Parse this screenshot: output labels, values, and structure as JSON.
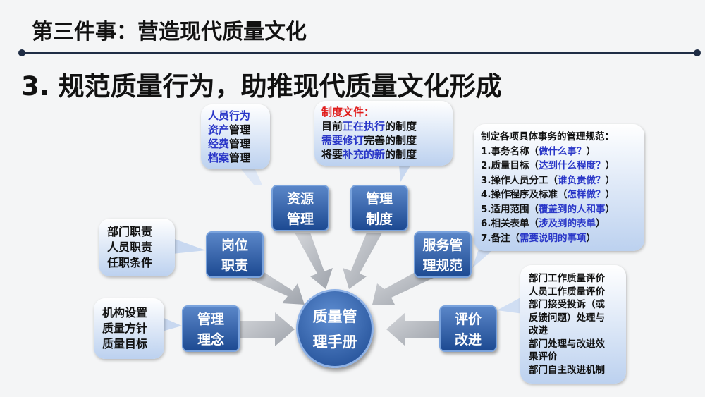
{
  "header": {
    "title": "第三件事：营造现代质量文化",
    "subtitle": "3. 规范质量行为，助推现代质量文化形成"
  },
  "boxes": {
    "resource": [
      "资源",
      "管理"
    ],
    "system": [
      "管理",
      "制度"
    ],
    "post": [
      "岗位",
      "职责"
    ],
    "service": [
      "服务管",
      "理规范"
    ],
    "concept": [
      "管理",
      "理念"
    ],
    "evaluation": [
      "评价",
      "改进"
    ],
    "hub": [
      "质量管",
      "理手册"
    ]
  },
  "bubbles": {
    "resource": [
      [
        {
          "t": "人员行为",
          "c": "b"
        }
      ],
      [
        {
          "t": "资产",
          "c": "b"
        },
        {
          "t": "管理",
          "c": "k"
        }
      ],
      [
        {
          "t": "经费",
          "c": "b"
        },
        {
          "t": "管理",
          "c": "k"
        }
      ],
      [
        {
          "t": "档案",
          "c": "b"
        },
        {
          "t": "管理",
          "c": "k"
        }
      ]
    ],
    "system": [
      [
        {
          "t": "制度文件：",
          "c": "r"
        }
      ],
      [
        {
          "t": "目前",
          "c": "k"
        },
        {
          "t": "正在执行",
          "c": "b"
        },
        {
          "t": "的制度",
          "c": "k"
        }
      ],
      [
        {
          "t": "需要修订",
          "c": "b"
        },
        {
          "t": "完善的制度",
          "c": "k"
        }
      ],
      [
        {
          "t": "将要",
          "c": "k"
        },
        {
          "t": "补充的新",
          "c": "b"
        },
        {
          "t": "的制度",
          "c": "k"
        }
      ]
    ],
    "service": [
      [
        {
          "t": "制定各项具体事务的管理规范：",
          "c": "k"
        }
      ],
      [
        {
          "t": "1.事务名称（",
          "c": "k"
        },
        {
          "t": "做什么事？",
          "c": "b"
        },
        {
          "t": "）",
          "c": "k"
        }
      ],
      [
        {
          "t": "2.质量目标（",
          "c": "k"
        },
        {
          "t": "达到什么程度？",
          "c": "b"
        },
        {
          "t": "）",
          "c": "k"
        }
      ],
      [
        {
          "t": "3.操作人员分工（",
          "c": "k"
        },
        {
          "t": "谁负责做？",
          "c": "b"
        },
        {
          "t": "）",
          "c": "k"
        }
      ],
      [
        {
          "t": "4.操作程序及标准（",
          "c": "k"
        },
        {
          "t": "怎样做？",
          "c": "b"
        },
        {
          "t": "）",
          "c": "k"
        }
      ],
      [
        {
          "t": "5.适用范围（",
          "c": "k"
        },
        {
          "t": "覆盖到的人和事",
          "c": "b"
        },
        {
          "t": "）",
          "c": "k"
        }
      ],
      [
        {
          "t": "6.相关表单（",
          "c": "k"
        },
        {
          "t": "涉及到的表单",
          "c": "b"
        },
        {
          "t": "）",
          "c": "k"
        }
      ],
      [
        {
          "t": "7.备注（",
          "c": "k"
        },
        {
          "t": "需要说明的事项",
          "c": "b"
        },
        {
          "t": "）",
          "c": "k"
        }
      ]
    ],
    "post": [
      [
        {
          "t": "部门职责",
          "c": "k"
        }
      ],
      [
        {
          "t": "人员职责",
          "c": "k"
        }
      ],
      [
        {
          "t": "任职条件",
          "c": "k"
        }
      ]
    ],
    "concept": [
      [
        {
          "t": "机构设置",
          "c": "k"
        }
      ],
      [
        {
          "t": "质量方针",
          "c": "k"
        }
      ],
      [
        {
          "t": "质量目标",
          "c": "k"
        }
      ]
    ],
    "evaluation": [
      [
        {
          "t": "部门工作质量评价",
          "c": "k"
        }
      ],
      [
        {
          "t": "人员工作质量评价",
          "c": "k"
        }
      ],
      [
        {
          "t": "部门接受投诉（或",
          "c": "k"
        }
      ],
      [
        {
          "t": "反馈问题）处理与",
          "c": "k"
        }
      ],
      [
        {
          "t": "改进",
          "c": "k"
        }
      ],
      [
        {
          "t": "部门处理与改进效",
          "c": "k"
        }
      ],
      [
        {
          "t": "果评价",
          "c": "k"
        }
      ],
      [
        {
          "t": "部门自主改进机制",
          "c": "k"
        }
      ]
    ]
  },
  "colors": {
    "blue_text": "#2a37c8",
    "red_text": "#e01b1b",
    "box": "#1d4a92"
  }
}
